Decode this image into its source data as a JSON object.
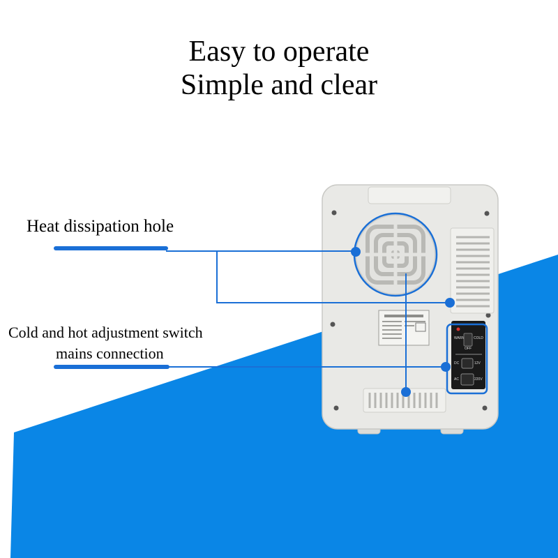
{
  "headline": {
    "line1": "Easy to operate",
    "line2": "Simple and clear"
  },
  "callouts": {
    "heat": {
      "label": "Heat dissipation hole"
    },
    "switch": {
      "line1": "Cold and hot adjustment switch",
      "line2": "mains connection"
    }
  },
  "panel": {
    "warm": "WARM",
    "off": "OFF",
    "cold": "COLD",
    "dc": "DC",
    "dc_volt": "12V",
    "ac": "AC",
    "ac_volt": "220V"
  },
  "colors": {
    "accent_blue": "#0a86e6",
    "line_blue": "#1a6fd6",
    "body_grey": "#e9e9e6",
    "panel_black": "#1a1a1a",
    "bg_white": "#ffffff"
  },
  "icons": [
    "fan-grille-icon",
    "vent-grille-icon",
    "spec-label-icon",
    "switch-icon",
    "socket-icon"
  ]
}
